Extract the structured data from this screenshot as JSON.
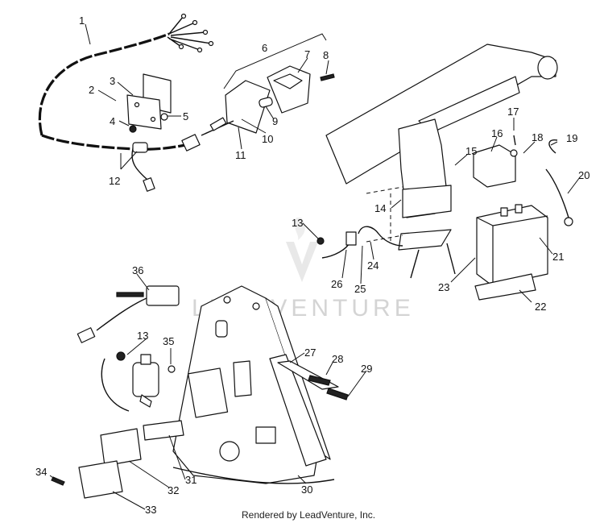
{
  "watermark": {
    "text": "LEADVENTURE"
  },
  "footer": {
    "credit": "Rendered by LeadVenture, Inc."
  },
  "callouts": [
    {
      "id": "c1",
      "label": "1"
    },
    {
      "id": "c2",
      "label": "2"
    },
    {
      "id": "c3",
      "label": "3"
    },
    {
      "id": "c4",
      "label": "4"
    },
    {
      "id": "c5",
      "label": "5"
    },
    {
      "id": "c6",
      "label": "6"
    },
    {
      "id": "c7",
      "label": "7"
    },
    {
      "id": "c8",
      "label": "8"
    },
    {
      "id": "c9",
      "label": "9"
    },
    {
      "id": "c10",
      "label": "10"
    },
    {
      "id": "c11",
      "label": "11"
    },
    {
      "id": "c12",
      "label": "12"
    },
    {
      "id": "c13a",
      "label": "13"
    },
    {
      "id": "c13b",
      "label": "13"
    },
    {
      "id": "c14",
      "label": "14"
    },
    {
      "id": "c15",
      "label": "15"
    },
    {
      "id": "c16",
      "label": "16"
    },
    {
      "id": "c17",
      "label": "17"
    },
    {
      "id": "c18",
      "label": "18"
    },
    {
      "id": "c19",
      "label": "19"
    },
    {
      "id": "c20",
      "label": "20"
    },
    {
      "id": "c21",
      "label": "21"
    },
    {
      "id": "c22",
      "label": "22"
    },
    {
      "id": "c23",
      "label": "23"
    },
    {
      "id": "c24",
      "label": "24"
    },
    {
      "id": "c25",
      "label": "25"
    },
    {
      "id": "c26",
      "label": "26"
    },
    {
      "id": "c27",
      "label": "27"
    },
    {
      "id": "c28",
      "label": "28"
    },
    {
      "id": "c29",
      "label": "29"
    },
    {
      "id": "c30",
      "label": "30"
    },
    {
      "id": "c31",
      "label": "31"
    },
    {
      "id": "c32",
      "label": "32"
    },
    {
      "id": "c33",
      "label": "33"
    },
    {
      "id": "c34",
      "label": "34"
    },
    {
      "id": "c35",
      "label": "35"
    },
    {
      "id": "c36",
      "label": "36"
    }
  ]
}
